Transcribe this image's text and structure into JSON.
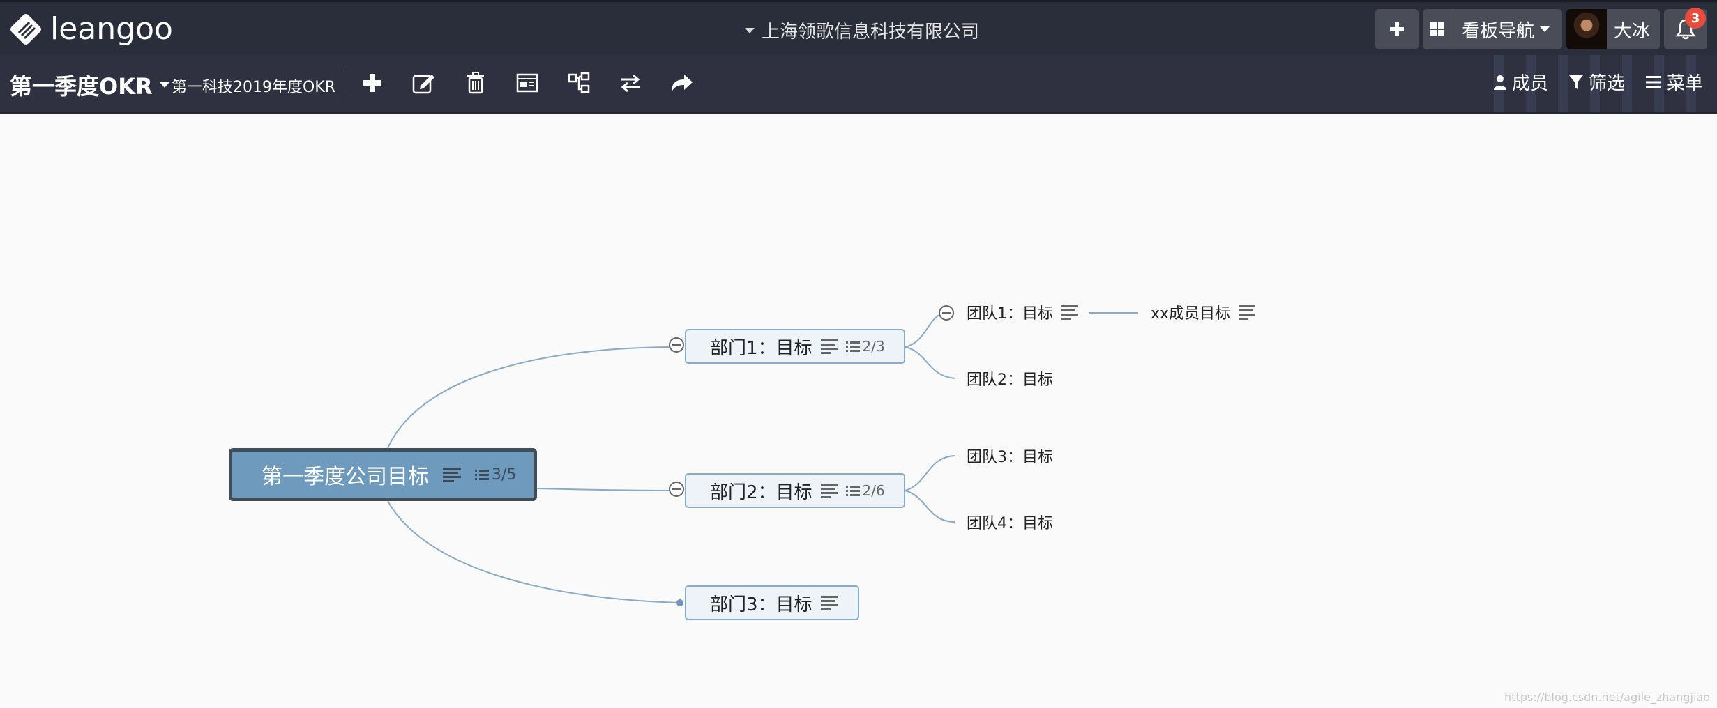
{
  "app": {
    "logo_text": "leangoo",
    "company": "上海领歌信息科技有限公司"
  },
  "header": {
    "board_nav_label": "看板导航",
    "user_name": "大冰",
    "notification_count": "3"
  },
  "toolbar": {
    "board_title": "第一季度OKR",
    "board_subtitle": "第一科技2019年度OKR",
    "icons": [
      "plus-icon",
      "edit-icon",
      "trash-icon",
      "card-icon",
      "hierarchy-icon",
      "swap-icon",
      "share-icon"
    ],
    "members_label": "成员",
    "filter_label": "筛选",
    "menu_label": "菜单"
  },
  "mindmap": {
    "root": {
      "label": "第一季度公司目标",
      "count": "3/5"
    },
    "depts": [
      {
        "label": "部门1：目标",
        "count": "2/3"
      },
      {
        "label": "部门2：目标",
        "count": "2/6"
      },
      {
        "label": "部门3：目标",
        "count": ""
      }
    ],
    "teams": [
      {
        "label": "团队1：目标"
      },
      {
        "label": "团队2：目标"
      },
      {
        "label": "团队3：目标"
      },
      {
        "label": "团队4：目标"
      }
    ],
    "member": {
      "label": "xx成员目标"
    }
  },
  "watermark": "https://blog.csdn.net/agile_zhangjiao",
  "colors": {
    "topbar": "#2a2d3a",
    "toolbar": "#2f3140",
    "root_fill": "#6e9bbd",
    "link": "#8aaac6"
  }
}
